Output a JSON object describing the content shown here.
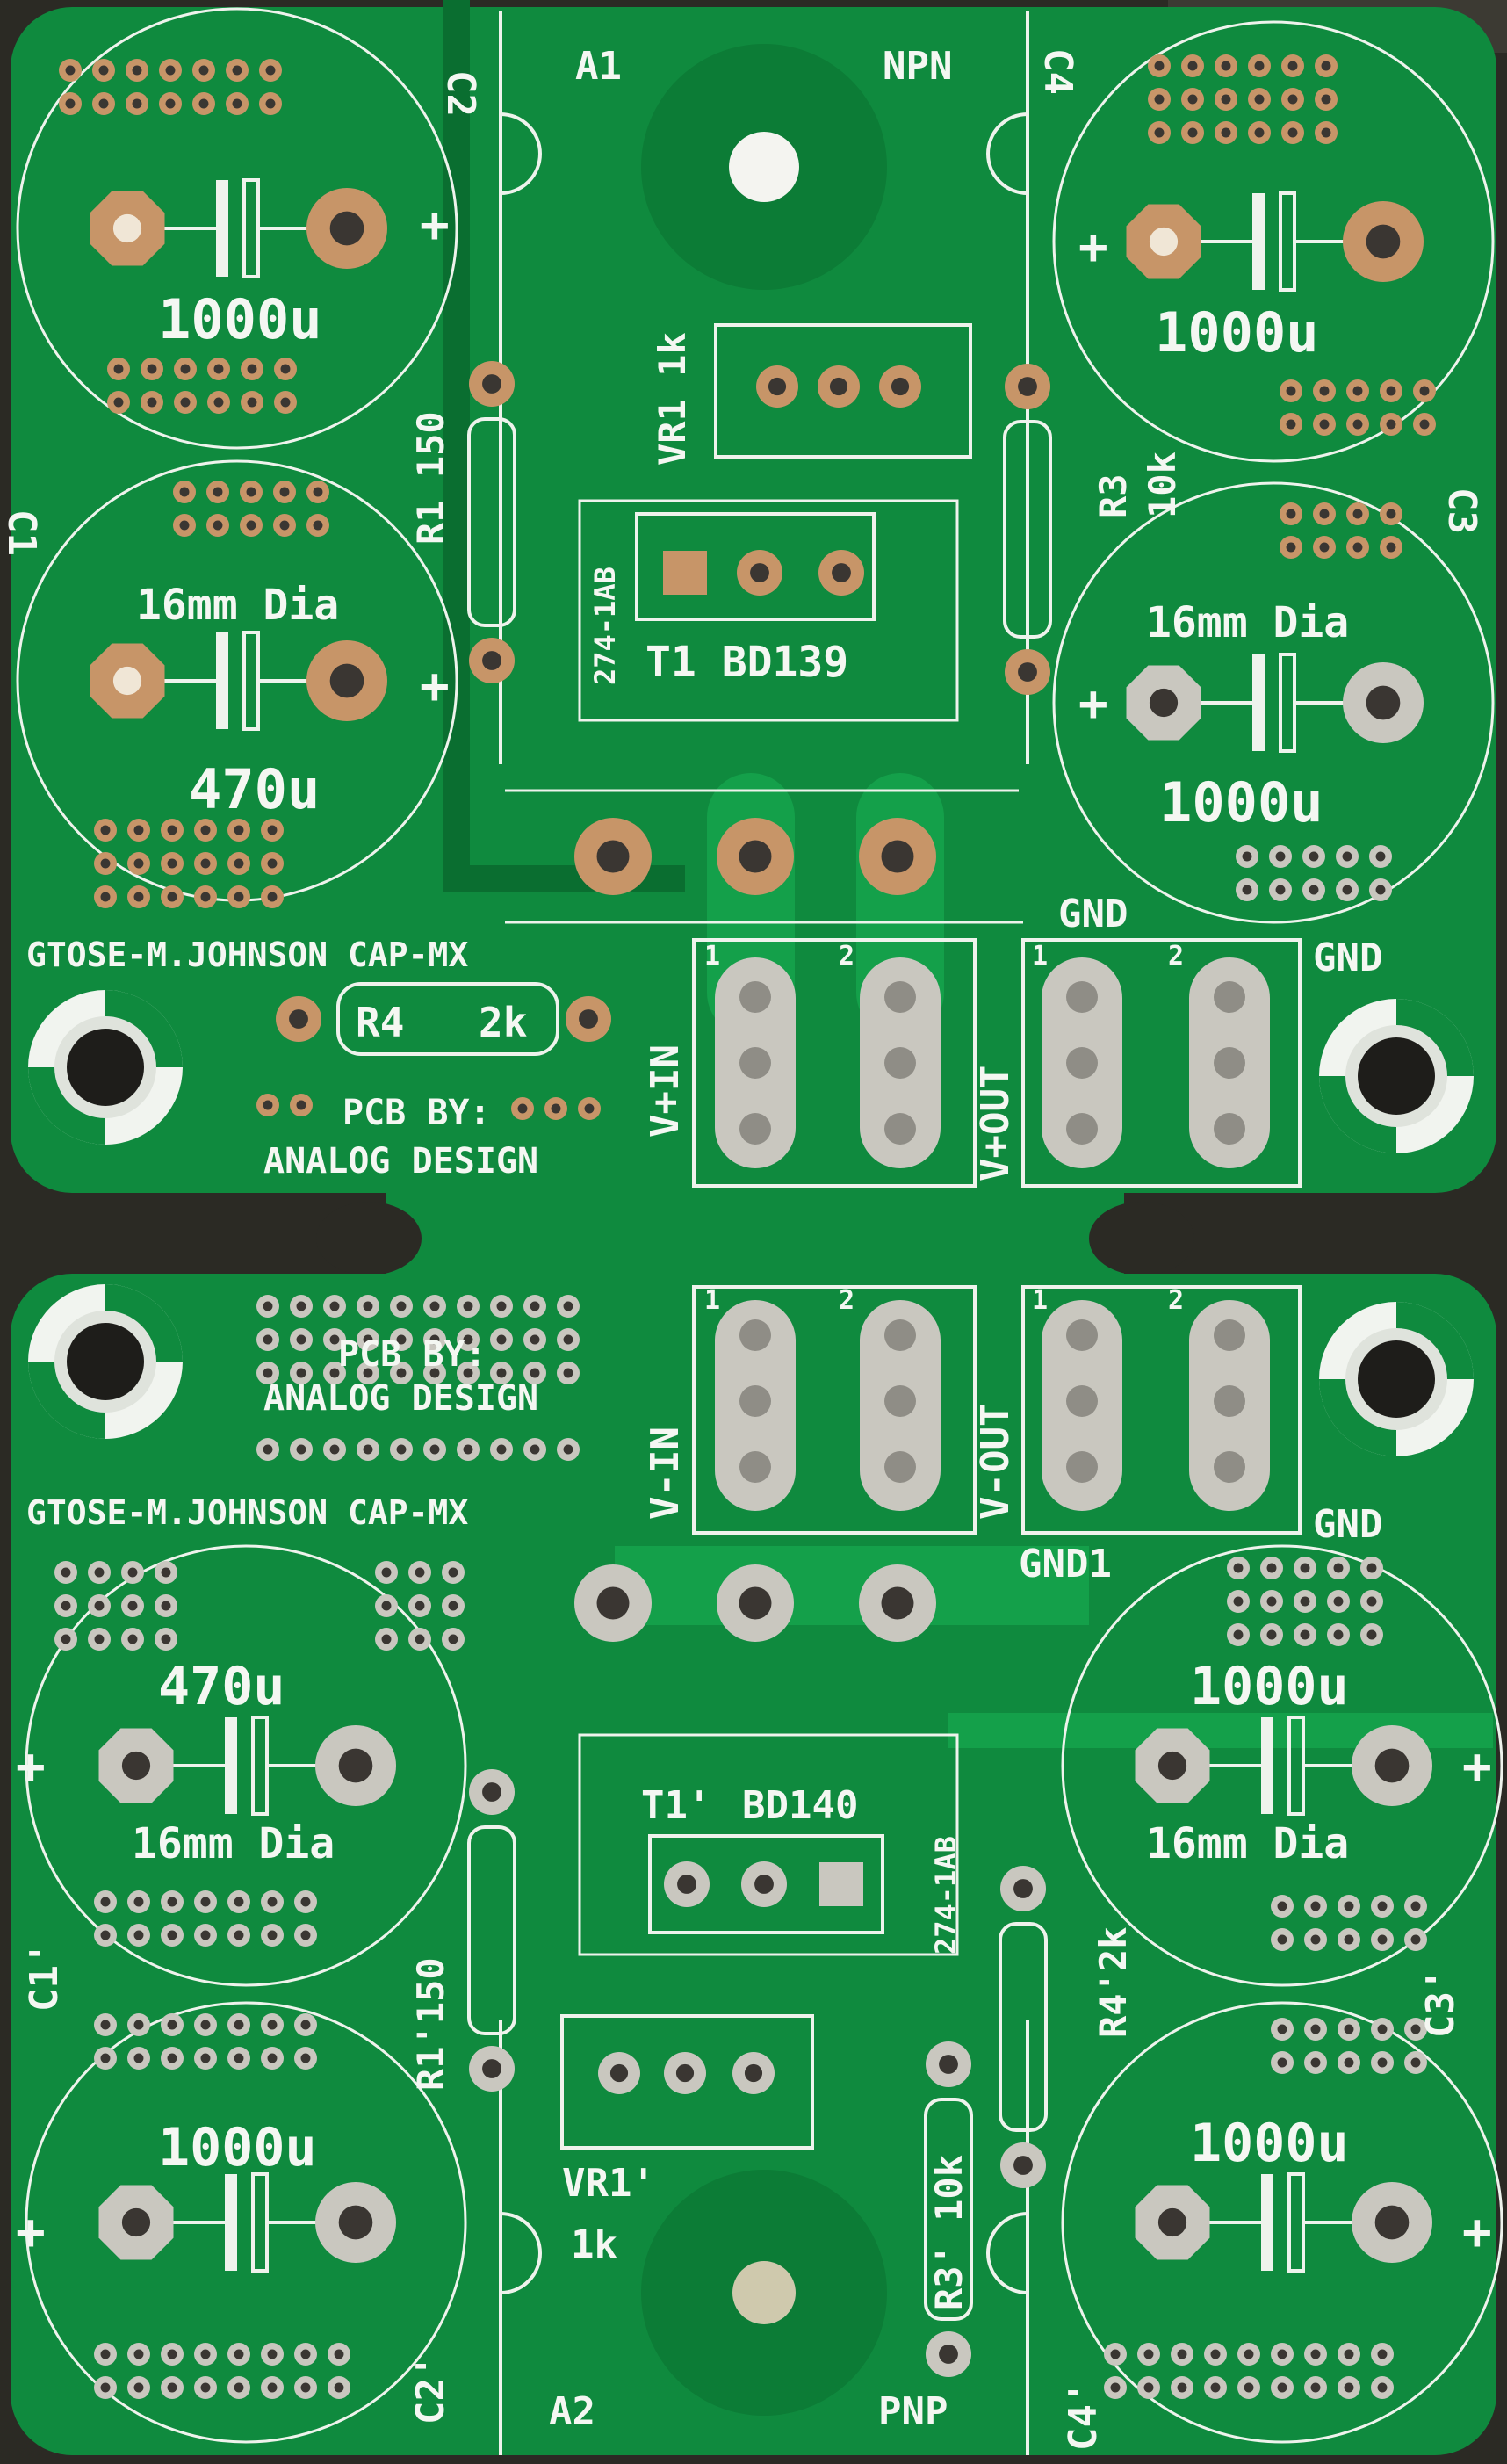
{
  "photo": {
    "subject": "Two green printed circuit boards",
    "colors": {
      "background": "#2b2a24",
      "pcb": "#0f8a3e",
      "pcb_dark": "#0a6e30",
      "trace": "#14a04a",
      "silkscreen": "#eef3ec",
      "copper": "#c79568",
      "tin": "#c9c7bf",
      "hole": "#3a3632"
    }
  },
  "board_top": {
    "labels": {
      "a1": "A1",
      "npn": "NPN",
      "c2": "C2",
      "c4": "C4",
      "c1": "C1",
      "c3": "C3",
      "c2_value": "1000u",
      "c4_value": "1000u",
      "c1_dia": "16mm Dia",
      "c1_value": "470u",
      "c3_dia": "16mm Dia",
      "c3_value": "1000u",
      "vr1": "VR1 1k",
      "r1": "R1 150",
      "r3": "R3",
      "r3_value": "10k",
      "pkg": "274-1AB",
      "t1": "T1 BD139",
      "title": "GTOSE-M.JOHNSON CAP-MX",
      "r4": "R4",
      "r4_value": "2k",
      "pcb_by": "PCB BY:",
      "analog": "ANALOG DESIGN",
      "vin": "V+IN",
      "vout": "V+OUT",
      "gnd_a": "GND",
      "gnd_b": "GND",
      "pin1_a": "1",
      "pin2_a": "2",
      "pin1_b": "1",
      "pin2_b": "2",
      "plus": "+"
    }
  },
  "board_bottom": {
    "labels": {
      "pcb_by": "PCB BY:",
      "analog": "ANALOG DESIGN",
      "title": "GTOSE-M.JOHNSON CAP-MX",
      "vin": "V-IN",
      "vout": "V-OUT",
      "gnd": "GND",
      "gnd1": "GND1",
      "c1_value": "470u",
      "c1_dia": "16mm Dia",
      "c1": "C1'",
      "c3_value": "1000u",
      "c3_dia": "16mm Dia",
      "c3": "C3'",
      "t1": "T1'",
      "t1_part": "BD140",
      "pkg": "274-1AB",
      "r1": "R1'150",
      "r4": "R4'2k",
      "c2_value": "1000u",
      "c2": "C2'",
      "c4_value": "1000u",
      "c4": "C4'",
      "vr1": "VR1'",
      "vr1_value": "1k",
      "r3": "R3' 10k",
      "a2": "A2",
      "pnp": "PNP",
      "pin1_a": "1",
      "pin2_a": "2",
      "pin1_b": "1",
      "pin2_b": "2",
      "plus": "+"
    }
  }
}
